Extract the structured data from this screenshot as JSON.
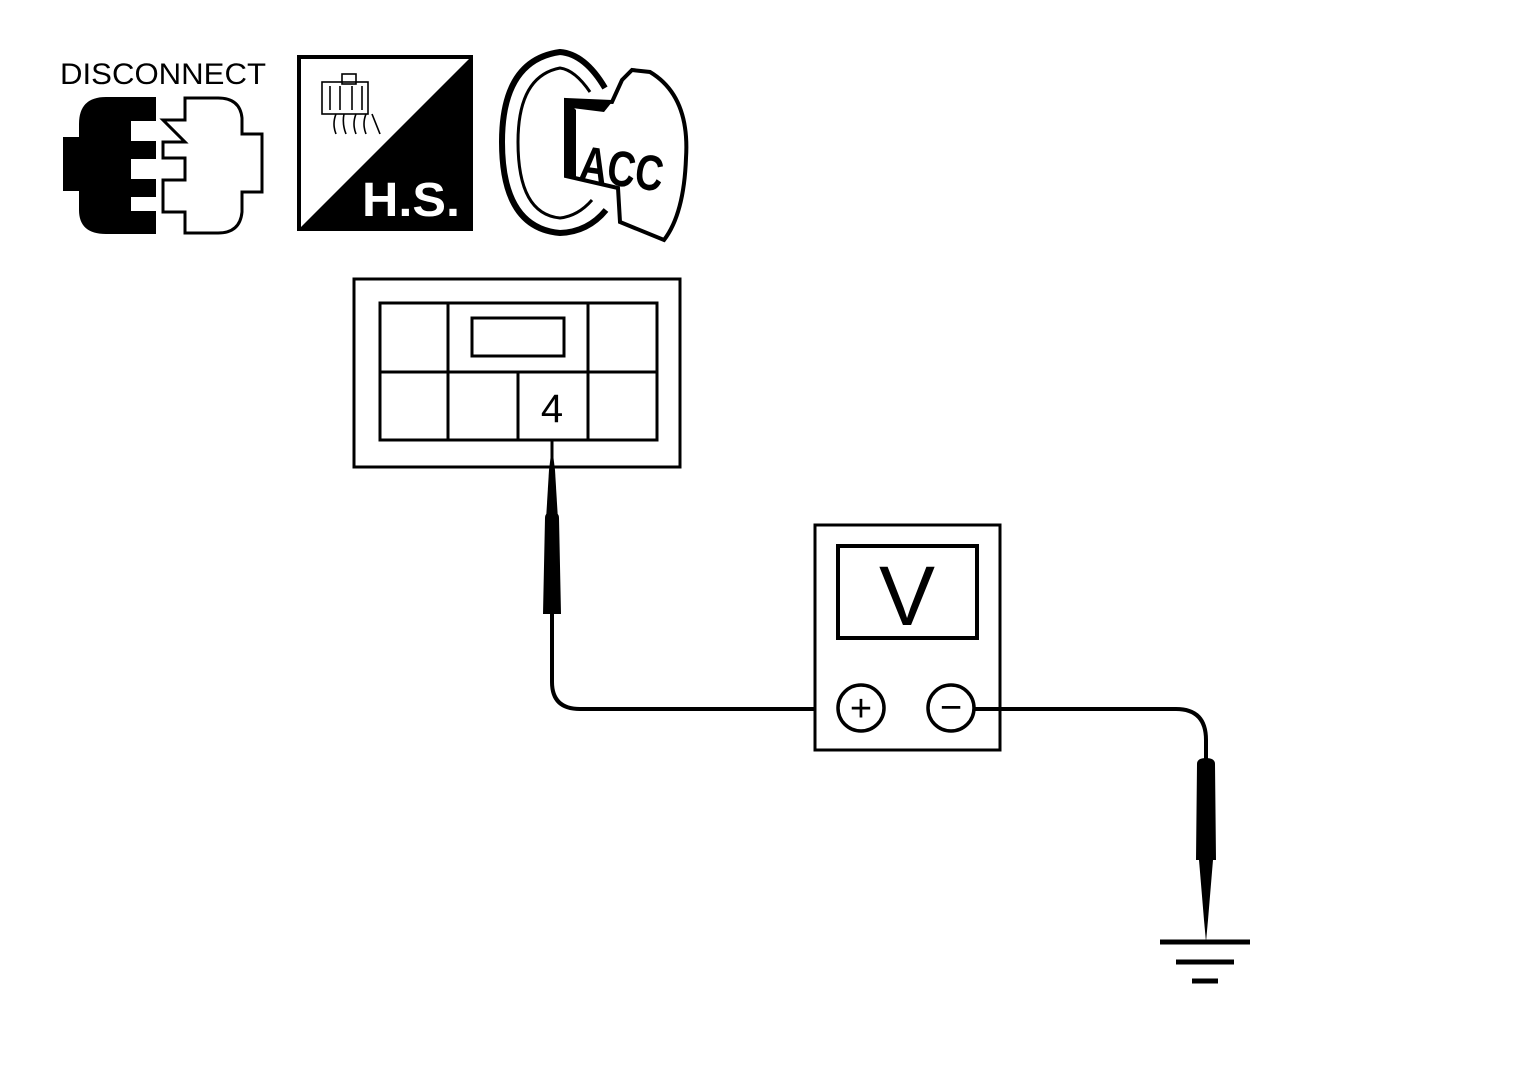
{
  "icons": {
    "disconnect": {
      "label": "DISCONNECT",
      "name": "disconnect-connector-icon"
    },
    "harness_side": {
      "label": "H.S.",
      "name": "harness-side-icon"
    },
    "ignition": {
      "label": "ACC",
      "name": "ignition-key-acc-icon"
    }
  },
  "connector": {
    "terminal_label": "4"
  },
  "voltmeter": {
    "display_label": "V",
    "positive_symbol": "+",
    "negative_symbol": "−"
  },
  "ground": {
    "name": "ground-icon"
  }
}
